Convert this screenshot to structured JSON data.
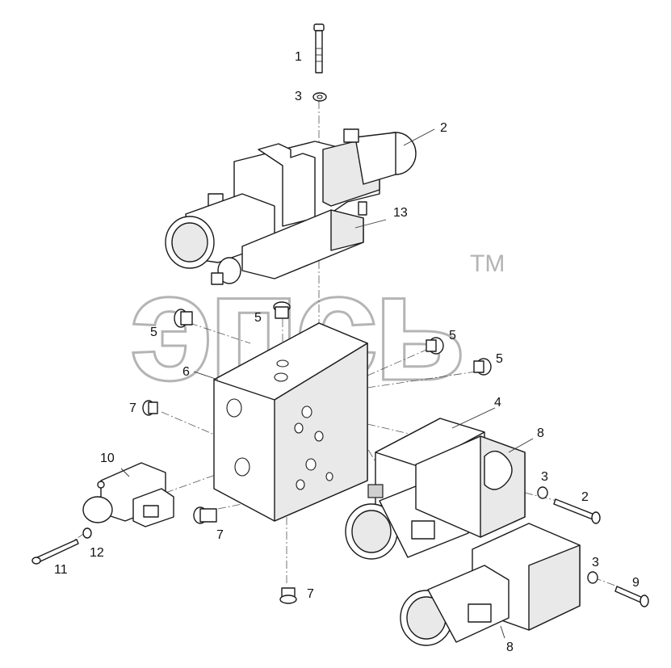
{
  "watermark": {
    "text": "эпсь",
    "tm": "TM"
  },
  "callouts": [
    "1",
    "2",
    "3",
    "13",
    "5",
    "5",
    "6",
    "5",
    "5",
    "7",
    "4",
    "8",
    "10",
    "3",
    "2",
    "7",
    "12",
    "11",
    "3",
    "9",
    "7",
    "8"
  ]
}
